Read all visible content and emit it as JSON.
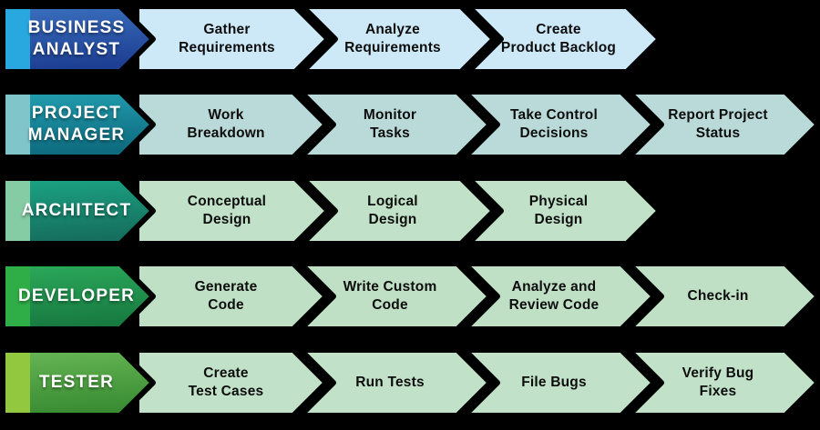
{
  "figure": {
    "background": "#000000",
    "outline_color": "#000000",
    "role_text_color": "#ffffff",
    "task_text_color": "#0d0d0d"
  },
  "rows": [
    {
      "role": {
        "label": "BUSINESS\nANALYST",
        "stripe_color": "#29a8e0",
        "body_top_color": "#3b70bf",
        "body_bottom_color": "#1d3e92"
      },
      "task_fill": "#cde9f7",
      "tasks": [
        "Gather\nRequirements",
        "Analyze\nRequirements",
        "Create\nProduct Backlog"
      ]
    },
    {
      "role": {
        "label": "PROJECT\nMANAGER",
        "stripe_color": "#7fc5c9",
        "body_top_color": "#22a0b1",
        "body_bottom_color": "#0e6a7e"
      },
      "task_fill": "#b9dad8",
      "tasks": [
        "Work\nBreakdown",
        "Monitor\nTasks",
        "Take Control\nDecisions",
        "Report Project\nStatus"
      ]
    },
    {
      "role": {
        "label": "ARCHITECT",
        "stripe_color": "#85cba4",
        "body_top_color": "#1ca585",
        "body_bottom_color": "#156e5e"
      },
      "task_fill": "#c1e2c8",
      "tasks": [
        "Conceptual\nDesign",
        "Logical\nDesign",
        "Physical\nDesign"
      ]
    },
    {
      "role": {
        "label": "DEVELOPER",
        "stripe_color": "#2fae47",
        "body_top_color": "#2cab5b",
        "body_bottom_color": "#177a40"
      },
      "task_fill": "#bfe0c5",
      "tasks": [
        "Generate\nCode",
        "Write Custom\nCode",
        "Analyze and\nReview Code",
        "Check-in"
      ]
    },
    {
      "role": {
        "label": "TESTER",
        "stripe_color": "#92c83f",
        "body_top_color": "#67b755",
        "body_bottom_color": "#3a8c33"
      },
      "task_fill": "#c1e2c8",
      "tasks": [
        "Create\nTest Cases",
        "Run Tests",
        "File Bugs",
        "Verify Bug\nFixes"
      ]
    }
  ]
}
